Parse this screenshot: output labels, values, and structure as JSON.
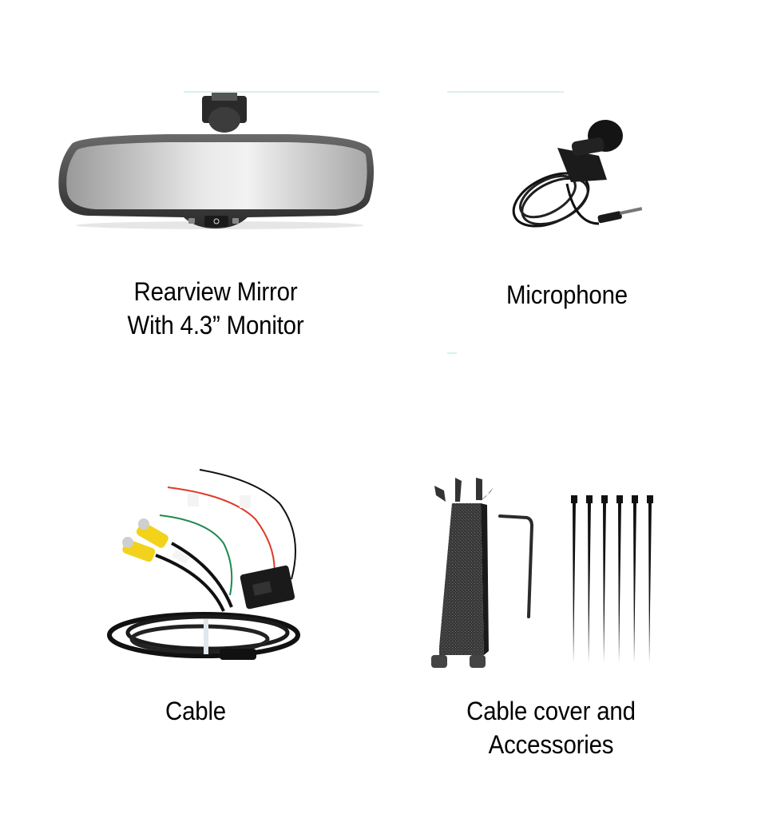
{
  "items": [
    {
      "id": "mirror",
      "label_lines": [
        "Rearview Mirror",
        "With 4.3” Monitor"
      ],
      "icon": "rearview-mirror-image"
    },
    {
      "id": "microphone",
      "label_lines": [
        "Microphone"
      ],
      "icon": "microphone-image"
    },
    {
      "id": "cable",
      "label_lines": [
        "Cable"
      ],
      "icon": "cable-harness-image"
    },
    {
      "id": "accessories",
      "label_lines": [
        "Cable cover and",
        "Accessories"
      ],
      "icon": "cable-cover-accessories-image",
      "zip_tie_count": 6
    }
  ],
  "colors": {
    "background": "#ffffff",
    "text": "#000000",
    "accent_line": "#d6f1f1",
    "rca_yellow": "#f2d21b",
    "wire_red": "#e03a2a",
    "wire_green": "#1f8a4c",
    "wire_black": "#111111"
  }
}
